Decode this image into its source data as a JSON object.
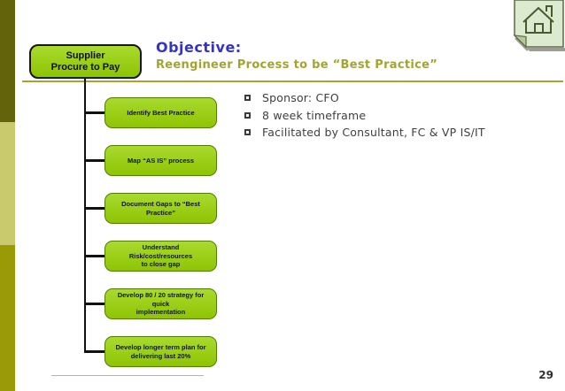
{
  "slide": {
    "title": "Objective:",
    "subtitle": "Reengineer Process to be “Best Practice”",
    "root_box": {
      "text": "Supplier\nProcure to Pay"
    },
    "process_steps": [
      {
        "text": "Identify Best Practice"
      },
      {
        "text": "Map “AS IS” process"
      },
      {
        "text": "Document Gaps to “Best Practice”"
      },
      {
        "text": "Understand Risk/cost/resources\nto close gap"
      },
      {
        "text": "Develop 80 / 20 strategy for quick\nimplementation"
      },
      {
        "text": "Develop longer term plan for\ndelivering last 20%"
      }
    ],
    "bullets": [
      {
        "text": "Sponsor: CFO"
      },
      {
        "text": "8 week timeframe"
      },
      {
        "text": "Facilitated by Consultant, FC & VP IS/IT"
      }
    ],
    "page_number": "29",
    "icons": {
      "top_right": "home-icon"
    }
  },
  "colors": {
    "bar-top": "#63630c",
    "bar-mid": "#c9c96e",
    "bar-bottom": "#9a9a06",
    "box-fill-top": "#a9da2e",
    "box-fill-bot": "#8ec403",
    "box-border": "#527e00",
    "title-blue": "#3333cc",
    "subtitle-olive": "#a3a332",
    "divider": "#a8a52f"
  }
}
